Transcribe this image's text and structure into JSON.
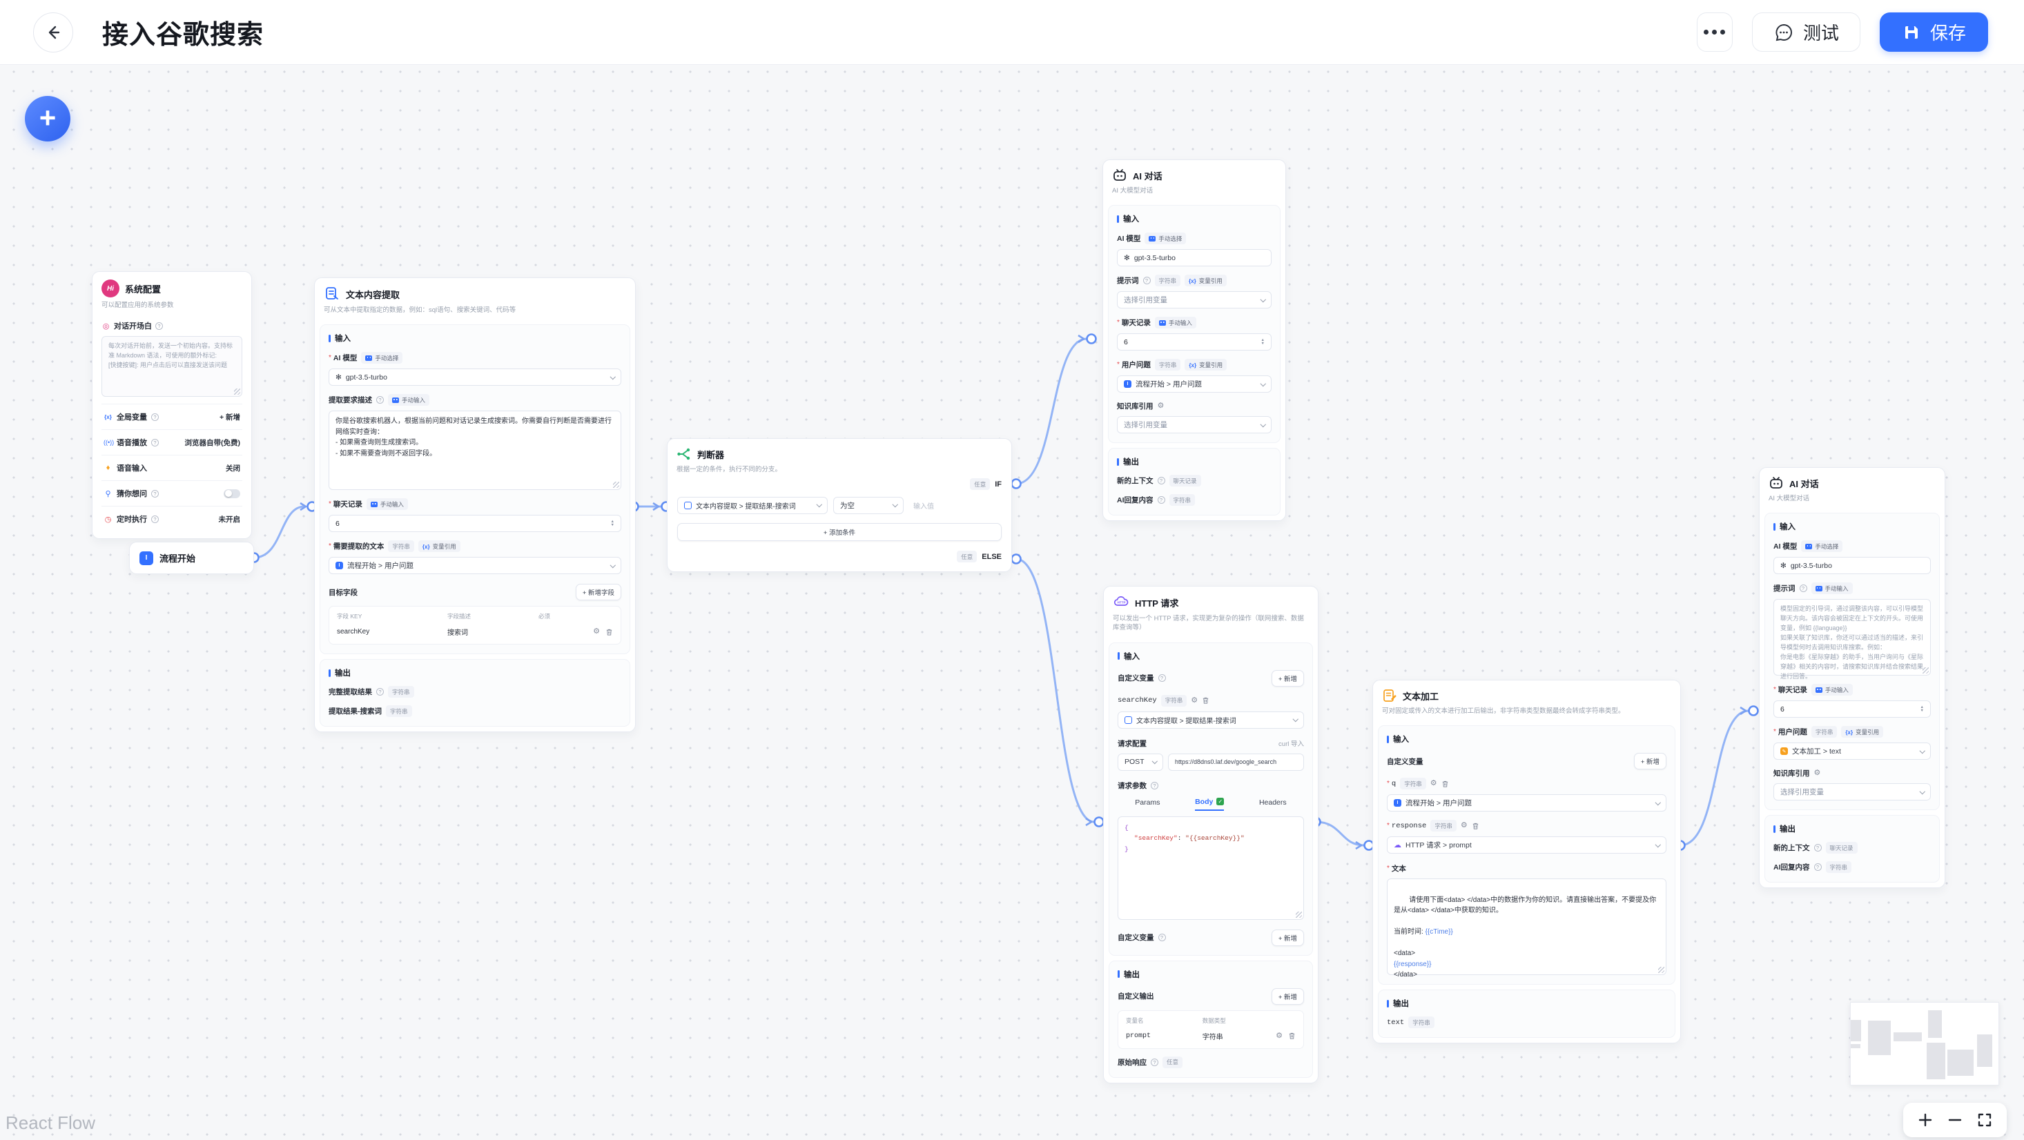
{
  "header": {
    "title": "接入谷歌搜索",
    "test": "测试",
    "save": "保存"
  },
  "attribution": "React Flow",
  "labels": {
    "input": "输入",
    "output": "输出",
    "ai_model": "AI 模型",
    "manual_select": "手动选择",
    "manual_input": "手动输入",
    "string": "字符串",
    "var_ref": "变量引用",
    "any": "任意",
    "prompt": "提示词",
    "chat_history": "聊天记录",
    "user_question": "用户问题",
    "kb_ref": "知识库引用",
    "select_var": "选择引用变量",
    "new_context": "新的上下文",
    "ai_reply": "AI回复内容",
    "add": "+ 新增",
    "model": "gpt-3.5-turbo",
    "six": "6",
    "custom_var": "自定义变量",
    "if": "IF",
    "else": "ELSE",
    "required": "*"
  },
  "colors": {
    "primary": "#3370ff",
    "edge": "#93b4f6",
    "canvas_dot": "#d5d8e0"
  },
  "nodes": {
    "system": {
      "title": "系统配置",
      "icon": "Hi",
      "desc": "可以配置应用的系统参数",
      "welcome": "对话开场白",
      "welcome_ph": "每次对话开始前，发送一个初始内容。支持标准 Markdown 语法，可使用的额外标记:\n[快捷按键]: 用户点击后可以直接发送该问题",
      "rows": [
        {
          "label": "全局变量",
          "value": "+ 新增"
        },
        {
          "label": "语音播放",
          "value": "浏览器自带(免费)"
        },
        {
          "label": "语音输入",
          "value": "关闭"
        },
        {
          "label": "猜你想问",
          "value": ""
        },
        {
          "label": "定时执行",
          "value": "未开启"
        }
      ]
    },
    "flow_start": {
      "title": "流程开始"
    },
    "extract": {
      "title": "文本内容提取",
      "desc": "可从文本中提取指定的数据，例如：sql语句、搜索关键词、代码等",
      "req_label": "提取要求描述",
      "req_text": "你是谷歌搜索机器人，根据当前问题和对话记录生成搜索词。你需要自行判断是否需要进行网络实时查询：\n- 如果需查询则生成搜索词。\n- 如果不需要查询则不返回字段。",
      "text_label": "需要提取的文本",
      "text_value": "流程开始 > 用户问题",
      "target_fields": "目标字段",
      "add_field": "+ 新增字段",
      "col_key": "字段 KEY",
      "col_desc": "字段描述",
      "col_required": "必须",
      "row_key": "searchKey",
      "row_desc": "搜索词",
      "out_full": "完整提取结果",
      "out_search": "提取结果-搜索词"
    },
    "classifier": {
      "title": "判断器",
      "desc": "根据一定的条件，执行不同的分支。",
      "cond_left": "文本内容提取 > 提取结果-搜索词",
      "cond_op": "为空",
      "cond_ph": "输入值",
      "add_condition": "+ 添加条件"
    },
    "ai1": {
      "title": "AI 对话",
      "desc": "AI 大模型对话",
      "user_value": "流程开始 > 用户问题"
    },
    "http": {
      "title": "HTTP 请求",
      "desc": "可以发出一个 HTTP 请求，实现更为复杂的操作（联网搜索、数据库查询等）",
      "var_name": "searchKey",
      "var_value": "文本内容提取 > 提取结果-搜索词",
      "req_config": "请求配置",
      "curl": "curl 导入",
      "method": "POST",
      "url": "https://d8dns0.laf.dev/google_search",
      "req_params": "请求参数",
      "tab_params": "Params",
      "tab_body": "Body",
      "tab_headers": "Headers",
      "code_open": "{",
      "code_key": "\"searchKey\"",
      "code_colon": ": ",
      "code_value": "\"{{searchKey}}\"",
      "code_close": "}",
      "custom_output": "自定义输出",
      "col_var": "变量名",
      "col_type": "数据类型",
      "row_var": "prompt",
      "row_type": "字符串",
      "raw": "原始响应"
    },
    "text_edit": {
      "title": "文本加工",
      "desc": "可对固定或传入的文本进行加工后输出，非字符串类型数据最终会转成字符串类型。",
      "var1": "q",
      "var1_value": "流程开始 > 用户问题",
      "var2": "response",
      "var2_value": "HTTP 请求 > prompt",
      "text_label": "文本",
      "p1": "请使用下面<data> </data>中的数据作为你的知识。请直接输出答案，不要提及你是从<data> </data>中获取的知识。\n\n当前时间: ",
      "v1": "{{cTime}}",
      "p2": "\n\n<data>\n",
      "v2": "{{response}}",
      "p3": "\n</data>",
      "out": "text"
    },
    "ai2": {
      "title": "AI 对话",
      "desc": "AI 大模型对话",
      "prompt_ph": "模型固定的引导词，通过调整该内容，可以引导模型聊天方向。该内容会被固定在上下文的开头。可使用变量，例如 {{language}}\n如果关联了知识库，你还可以通过适当的描述，来引导模型何时去调用知识库搜索。例如：\n你是电影《星际穿越》的助手，当用户询问与《星际穿越》相关的内容时，请搜索知识库并结合搜索结果进行回答。",
      "user_value": "文本加工 > text"
    }
  }
}
